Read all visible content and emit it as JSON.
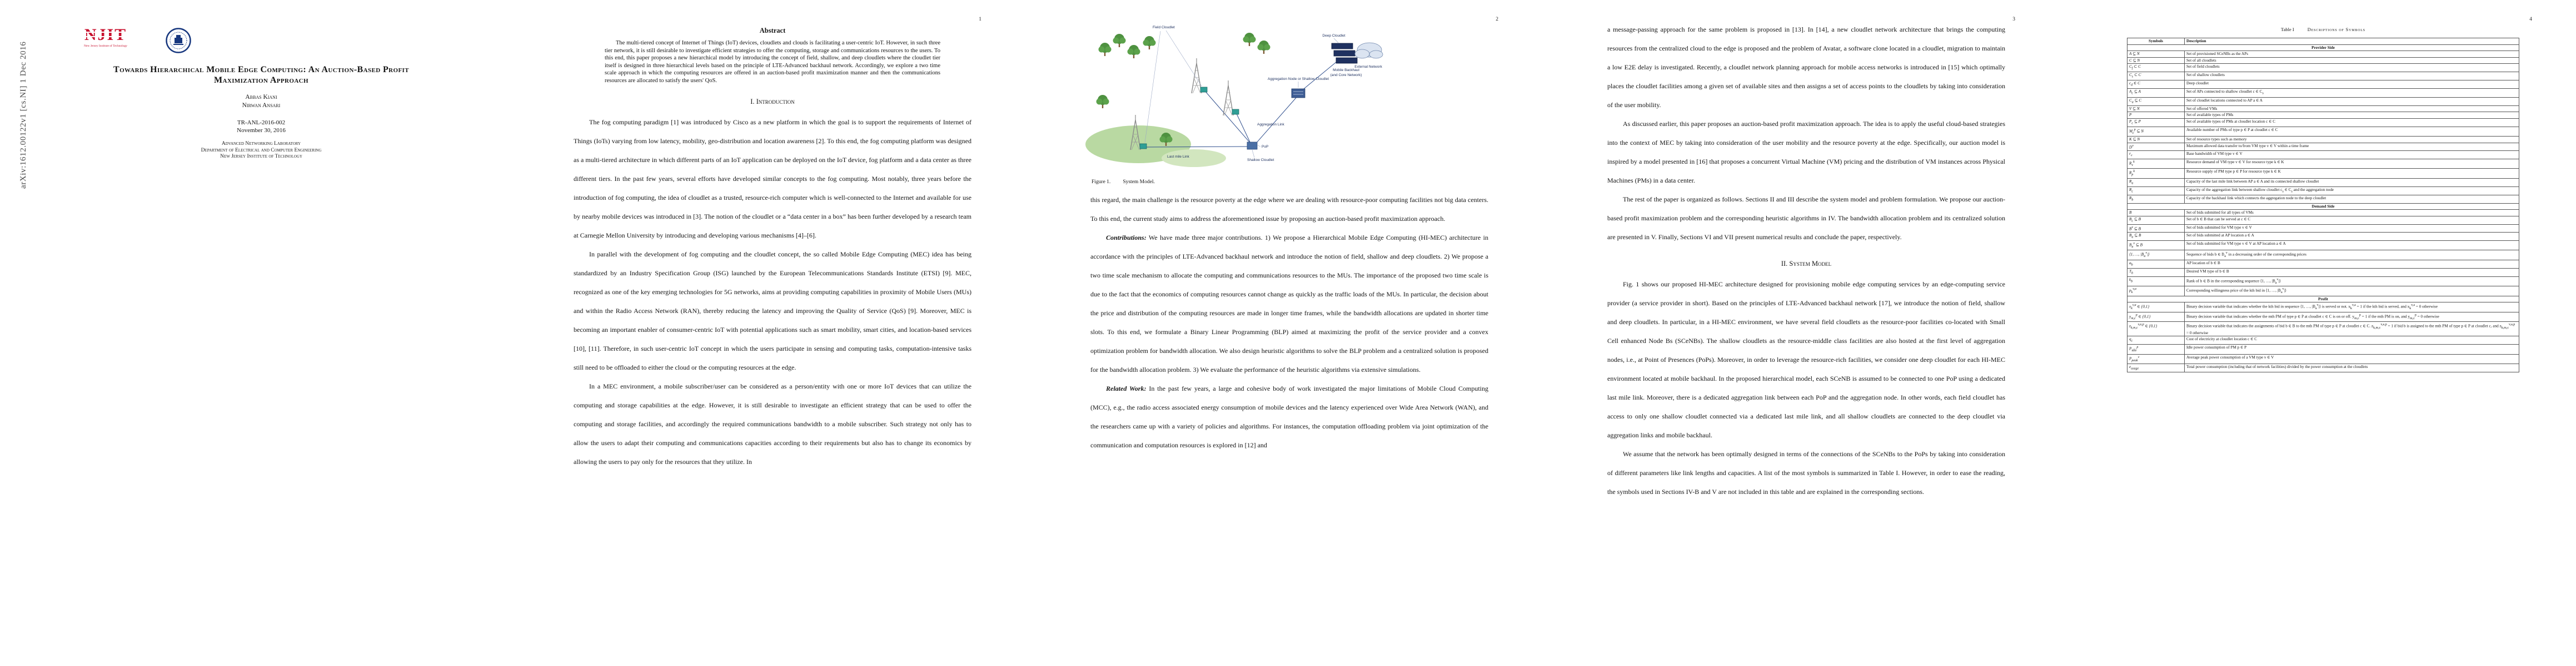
{
  "colors": {
    "njit_red": "#c8102e",
    "seal_blue": "#17377e",
    "tree_green": "#4e9140",
    "link_blue": "#31508e"
  },
  "arxiv_stamp": "arXiv:1612.00122v1  [cs.NI]  1 Dec 2016",
  "cover": {
    "logo": {
      "wordmark": "NJIT",
      "tagline": "New Jersey Institute of Technology"
    },
    "title": "Towards Hierarchical Mobile Edge Computing: An Auction-Based Profit Maximization Approach",
    "authors": {
      "a1": "Abbas Kiani",
      "a2": "Nirwan Ansari"
    },
    "report_number": "TR-ANL-2016-002",
    "date": "November 30, 2016",
    "affiliation": {
      "l1": "Advanced Networking Laboratory",
      "l2": "Department of Electrical and Computer Engineering",
      "l3": "New Jersey Institute of Technology"
    }
  },
  "page1": {
    "number": "1",
    "abstract_heading": "Abstract",
    "abstract_text": "The multi-tiered concept of Internet of Things (IoT) devices, cloudlets and clouds is facilitating a user-centric IoT. However, in such three tier network, it is still desirable to investigate efficient strategies to offer the computing, storage and communications resources to the users. To this end, this paper proposes a new hierarchical model by introducing the concept of field, shallow, and deep cloudlets where the cloudlet tier itself is designed in three hierarchical levels based on the principle of LTE-Advanced backhaul network. Accordingly, we explore a two time scale approach in which the computing resources are offered in an auction-based profit maximization manner and then the communications resources are allocated to satisfy the users' QoS.",
    "intro_heading": "I. Introduction",
    "para1": "The fog computing paradigm [1] was introduced by Cisco as a new platform in which the goal is to support the requirements of Internet of Things (IoTs) varying from low latency, mobility, geo-distribution and location awareness [2]. To this end, the fog computing platform was designed as a multi-tiered architecture in which different parts of an IoT application can be deployed on the IoT device, fog platform and a data center as three different tiers. In the past few years, several efforts have developed similar concepts to the fog computing. Most notably, three years before the introduction of fog computing, the idea of cloudlet as a trusted, resource-rich computer which is well-connected to the Internet and available for use by nearby mobile devices was introduced in [3]. The notion of the cloudlet or a “data center in a box” has been further developed by a research team at Carnegie Mellon University by introducing and developing various mechanisms [4]–[6].",
    "para2": "In parallel with the development of fog computing and the cloudlet concept, the so called Mobile Edge Computing (MEC) idea has being standardized by an Industry Specification Group (ISG) launched by the European Telecommunications Standards Institute (ETSI) [9]. MEC, recognized as one of the key emerging technologies for 5G networks, aims at providing computing capabilities in proximity of Mobile Users (MUs) and within the Radio Access Network (RAN), thereby reducing the latency and improving the Quality of Service (QoS) [9]. Moreover, MEC is becoming an important enabler of consumer-centric IoT with potential applications such as smart mobility, smart cities, and location-based services [10], [11]. Therefore, in such user-centric IoT concept in which the users participate in sensing and computing tasks, computation-intensive tasks still need to be offloaded to either the cloud or the computing resources at the edge.",
    "para3": "In a MEC environment, a mobile subscriber/user can be considered as a person/entity with one or more IoT devices that can utilize the computing and storage capabilities at the edge. However, it is still desirable to investigate an efficient strategy that can be used to offer the computing and storage facilities, and accordingly the required communications bandwidth to a mobile subscriber. Such strategy not only has to allow the users to adapt their computing and communications capacities according to their requirements but also has to change its economics by allowing the users to pay only for the resources that they utilize. In"
  },
  "page2": {
    "number": "2",
    "figure": {
      "caption_label": "Figure 1.",
      "caption_text": "System Model.",
      "labels": {
        "field_cloudlet": "Field Cloudlet",
        "pop": "PoP",
        "shallow_cloudlet": "Shallow Cloudlet",
        "aggregation_node": "Aggregation Node or Shallow Cloudlet",
        "deep_cloudlet": "Deep Cloudlet",
        "mobile_backhaul": "Mobile Backhaul",
        "core_network": "(and Core Network)",
        "external_network": "External Network",
        "last_mile_link": "Last mile Link",
        "aggregation_link": "Aggregation Link"
      }
    },
    "para1": "this regard, the main challenge is the resource poverty at the edge where we are dealing with resource-poor computing facilities not big data centers. To this end, the current study aims to address the aforementioned issue by proposing an auction-based profit maximization approach.",
    "contributions_lead": "Contributions:",
    "contributions_text": "We have made three major contributions. 1) We propose a Hierarchical Mobile Edge Computing (HI-MEC) architecture in accordance with the principles of LTE-Advanced backhaul network and introduce the notion of field, shallow and deep cloudlets. 2) We propose a two time scale mechanism to allocate the computing and communications resources to the MUs. The importance of the proposed two time scale is due to the fact that the economics of computing resources cannot change as quickly as the traffic loads of the MUs. In particular, the decision about the price and distribution of the computing resources are made in longer time frames, while the bandwidth allocations are updated in shorter time slots. To this end, we formulate a Binary Linear Programming (BLP) aimed at maximizing the profit of the service provider and a convex optimization problem for bandwidth allocation. We also design heuristic algorithms to solve the BLP problem and a centralized solution is proposed for the bandwidth allocation problem. 3) We evaluate the performance of the heuristic algorithms via extensive simulations.",
    "related_lead": "Related Work:",
    "related_text": "In the past few years, a large and cohesive body of work investigated the major limitations of Mobile Cloud Computing (MCC), e.g., the radio access associated energy consumption of mobile devices and the latency experienced over Wide Area Network (WAN), and the researchers came up with a variety of policies and algorithms. For instances, the computation offloading problem via joint optimization of the communication and computation resources is explored in [12] and"
  },
  "page3": {
    "number": "3",
    "para1": "a message-passing approach for the same problem is proposed in [13]. In [14], a new cloudlet network architecture that brings the computing resources from the centralized cloud to the edge is proposed and the problem of Avatar, a software clone located in a cloudlet, migration to maintain a low E2E delay is investigated. Recently, a cloudlet network planning approach for mobile access networks is introduced in [15] which optimally places the cloudlet facilities among a given set of available sites and then assigns a set of access points to the cloudlets by taking into consideration of the user mobility.",
    "para2": "As discussed earlier, this paper proposes an auction-based profit maximization approach. The idea is to apply the useful cloud-based strategies into the context of MEC by taking into consideration of the user mobility and the resource poverty at the edge. Specifically, our auction model is inspired by a model presented in [16] that proposes a concurrent Virtual Machine (VM) pricing and the distribution of VM instances across Physical Machines (PMs) in a data center.",
    "para3": "The rest of the paper is organized as follows. Sections II and III describe the system model and problem formulation. We propose our auction-based profit maximization problem and the corresponding heuristic algorithms in IV. The bandwidth allocation problem and its centralized solution are presented in V. Finally, Sections VI and VII present numerical results and conclude the paper, respectively.",
    "system_model_heading": "II. System Model",
    "para4": "Fig. 1 shows our proposed HI-MEC architecture designed for provisioning mobile edge computing services by an edge-computing service provider (a service provider in short). Based on the principles of LTE-Advanced backhaul network [17], we introduce the notion of field, shallow and deep cloudlets. In particular, in a HI-MEC environment, we have several field cloudlets as the resource-poor facilities co-located with Small Cell enhanced Node Bs (SCeNBs). The shallow cloudlets as the resource-middle class facilities are also hosted at the first level of aggregation nodes, i.e., at Point of Presences (PoPs). Moreover, in order to leverage the resource-rich facilities, we consider one deep cloudlet for each HI-MEC environment located at mobile backhaul. In the proposed hierarchical model, each SCeNB is assumed to be connected to one PoP using a dedicated last mile link. Moreover, there is a dedicated aggregation link between each PoP and the aggregation node. In other words, each field cloudlet has access to only one shallow cloudlet connected via a dedicated last mile link, and all shallow cloudlets are connected to the deep cloudlet via aggregation links and mobile backhaul.",
    "para5": "We assume that the network has been optimally designed in terms of the connections of the SCeNBs to the PoPs by taking into consideration of different parameters like link lengths and capacities. A list of the most symbols is summarized in Table I. However, in order to ease the reading, the symbols used in Sections IV-B and V are not included in this table and are explained in the corresponding sections."
  },
  "page4": {
    "number": "4",
    "table": {
      "title": "Table I",
      "subtitle": "Descriptions of Symbols",
      "headers": {
        "symbols": "Symbols",
        "description": "Description"
      },
      "sections": [
        {
          "name": "Provider Side",
          "rows": [
            {
              "sym": "A ⊆ N",
              "desc": "Set of provisioned SCeNBs as the APs"
            },
            {
              "sym": "C ⊆ N",
              "desc": "Set of all cloudlets"
            },
            {
              "sym": "C_f ⊂ C",
              "desc": "Set of field cloudlets"
            },
            {
              "sym": "C_s ⊂ C",
              "desc": "Set of shallow cloudlets"
            },
            {
              "sym": "c_d ∈ C",
              "desc": "Deep cloudlet"
            },
            {
              "sym": "A_c ⊆ A",
              "desc": "Set of APs connected to shallow cloudlet c ∈ C_s"
            },
            {
              "sym": "C_a ⊆ C",
              "desc": "Set of cloudlet locations connected to AP a ∈ A"
            },
            {
              "sym": "V ⊆ N",
              "desc": "Set of offered VMs"
            },
            {
              "sym": "P",
              "desc": "Set of available types of PMs"
            },
            {
              "sym": "P_c ⊆ P",
              "desc": "Set of available types of PMs at cloudlet location c ∈ C"
            },
            {
              "sym": "M_c^p ⊆ N",
              "desc": "Available number of PMs of type p ∈ P at cloudlet c ∈ C"
            },
            {
              "sym": "K ⊆ N",
              "desc": "Set of resource types such as memory"
            },
            {
              "sym": "D^v",
              "desc": "Maximum allowed data transfer to/from VM type v ∈ V within a time frame"
            },
            {
              "sym": "r_v",
              "desc": "Base bandwidth of VM type v ∈ V"
            },
            {
              "sym": "R_v^k",
              "desc": "Resource demand of VM type v ∈ V for resource type k ∈ K"
            },
            {
              "sym": "R_p^k",
              "desc": "Resource supply of PM type p ∈ P for resource type k ∈ K"
            },
            {
              "sym": "R_a",
              "desc": "Capacity of the last mile link between AP a ∈ A and its connected shallow cloudlet"
            },
            {
              "sym": "R_c",
              "desc": "Capacity of the aggregation link between shallow cloudlet c_s ∈ C_s and the aggregation node"
            },
            {
              "sym": "R_b",
              "desc": "Capacity of the backhaul link which connects the aggregation node to the deep cloudlet"
            }
          ]
        },
        {
          "name": "Demand Side",
          "rows": [
            {
              "sym": "B",
              "desc": "Set of bids submitted for all types of VMs"
            },
            {
              "sym": "B_c ⊆ B",
              "desc": "Set of b ∈ B that can be served at c ∈ C"
            },
            {
              "sym": "B^v ⊆ B",
              "desc": "Set of bids submitted for VM type v ∈ V"
            },
            {
              "sym": "B_a ⊆ B",
              "desc": "Set of bids submitted at AP location a ∈ A"
            },
            {
              "sym": "B_a^v ⊆ B",
              "desc": "Set of bids submitted for VM type v ∈ V at AP location a ∈ A"
            },
            {
              "sym": "⟨1, …, |B_a^v|⟩",
              "desc": "Sequence of bids b ∈ B_a^v in a decreasing order of the corresponding prices"
            },
            {
              "sym": "a_b",
              "desc": "AP location of b ∈ B"
            },
            {
              "sym": "T_b",
              "desc": "Desired VM type of b ∈ B"
            },
            {
              "sym": "k_b",
              "desc": "Rank of b ∈ B in the corresponding sequence ⟨1, …, |B_a^v|⟩"
            },
            {
              "sym": "p_k^{v,a}",
              "desc": "Corresponding willingness price of the kth bid in ⟨1, …, |B_a^v|⟩"
            }
          ]
        },
        {
          "name": "Profit",
          "rows": [
            {
              "sym": "x_k^{v,a} ∈ {0,1}",
              "desc": "Binary decision variable that indicates whether the kth bid in sequence ⟨1, …, |B_a^v|⟩ is served or not. x_k^{v,a} = 1 if the kth bid is served, and x_k^{v,a} = 0 otherwise"
            },
            {
              "sym": "y_{m,c}^p ∈ {0,1}",
              "desc": "Binary decision variable that indicates whether the mth PM of type p ∈ P at cloudlet c ∈ C is on or off. y_{m,c}^p = 1 if the mth PM is on, and y_{m,c}^p = 0 otherwise"
            },
            {
              "sym": "z_{k,m,c}^{v,a,p} ∈ {0,1}",
              "desc": "Binary decision variable that indicates the assignments of bid b ∈ B to the mth PM of type p ∈ P at cloudlet c ∈ C. z_{k,m,c}^{v,a,p} = 1 if bid b is assigned to the mth PM of type p ∈ P at cloudlet c, and z_{k,m,c}^{v,a,p} = 0 otherwise"
            },
            {
              "sym": "q_c",
              "desc": "Cost of electricity at cloudlet location c ∈ C"
            },
            {
              "sym": "P_{idle}^p",
              "desc": "Idle power consumption of PM p ∈ P"
            },
            {
              "sym": "P_{peak}^v",
              "desc": "Average peak power consumption of a VM type v ∈ V"
            },
            {
              "sym": "e_{usage}",
              "desc": "Total power consumption (including that of network facilities) divided by the power consumption at the cloudlets"
            }
          ]
        }
      ]
    }
  }
}
